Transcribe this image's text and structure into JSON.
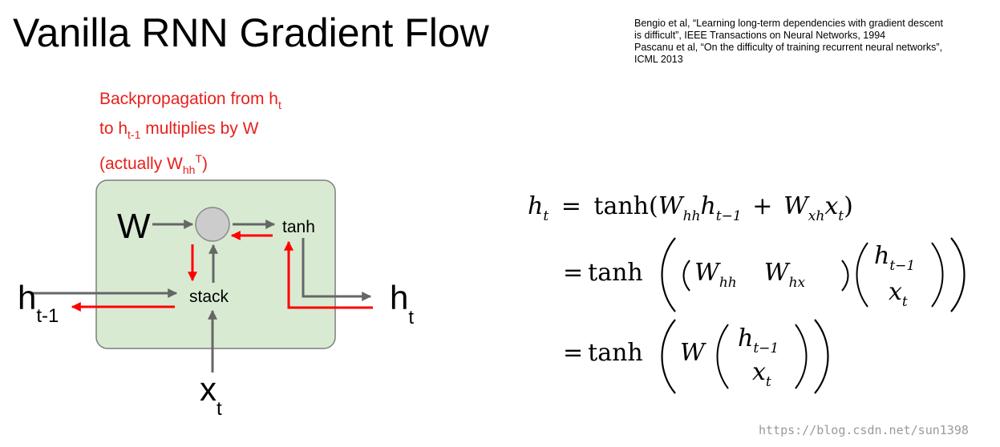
{
  "title": "Vanilla RNN Gradient Flow",
  "references": [
    "Bengio et al, “Learning long-term dependencies with gradient descent",
    "is difficult”, IEEE Transactions on Neural Networks, 1994",
    "Pascanu et al, “On the difficulty of training recurrent neural networks”,",
    "ICML 2013"
  ],
  "annotation": {
    "line1": "Backpropagation from h",
    "line1_sub": "t",
    "line2_pre": "to h",
    "line2_sub": "t-1",
    "line2_post": " multiplies by W",
    "line3_pre": "(actually W",
    "line3_sub": "hh",
    "line3_sup": "T",
    "line3_post": ")"
  },
  "diagram": {
    "w_label": "W",
    "tanh_label": "tanh",
    "stack_label": "stack",
    "h_prev": "h",
    "h_prev_sub": "t-1",
    "h_out": "h",
    "h_out_sub": "t",
    "x_in": "x",
    "x_in_sub": "t",
    "box_color": "#d9ead3",
    "forward_color": "#666666",
    "backward_color": "#ff0000"
  },
  "equation": {
    "lhs": "h",
    "lhs_sub": "t",
    "eq": "=",
    "tanh": "tanh",
    "w": "W",
    "hh": "hh",
    "h": "h",
    "tm1": "t−1",
    "plus": "+",
    "xh": "xh",
    "x": "x",
    "t": "t",
    "hx": "hx"
  },
  "watermark": "https://blog.csdn.net/sun1398"
}
